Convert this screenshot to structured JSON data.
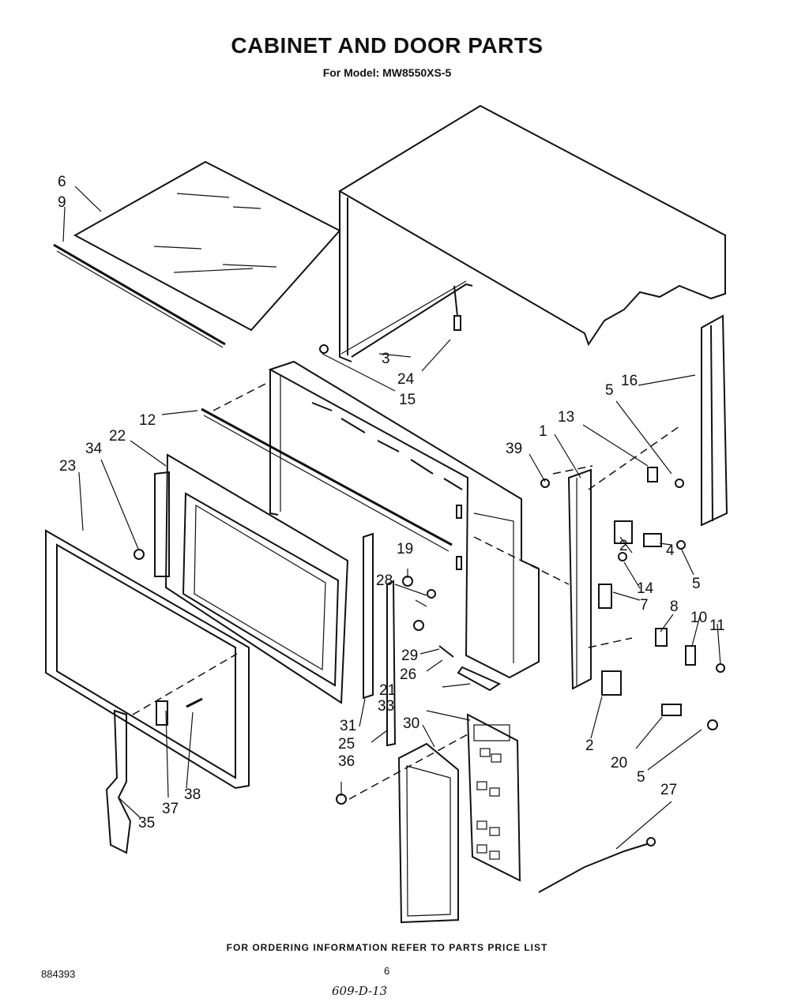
{
  "title": "CABINET AND DOOR PARTS",
  "subtitle": "For Model: MW8550XS-5",
  "footer_note": "FOR ORDERING INFORMATION REFER TO PARTS PRICE LIST",
  "doc_number": "884393",
  "page_number": "6",
  "handwritten_code": "609-D-13",
  "callouts": [
    "6",
    "9",
    "3",
    "24",
    "15",
    "12",
    "22",
    "34",
    "23",
    "16",
    "5",
    "13",
    "1",
    "39",
    "19",
    "28",
    "2",
    "4",
    "5",
    "14",
    "7",
    "8",
    "10",
    "11",
    "29",
    "26",
    "21",
    "33",
    "31",
    "30",
    "25",
    "36",
    "2",
    "20",
    "5",
    "27",
    "37",
    "38",
    "35"
  ]
}
